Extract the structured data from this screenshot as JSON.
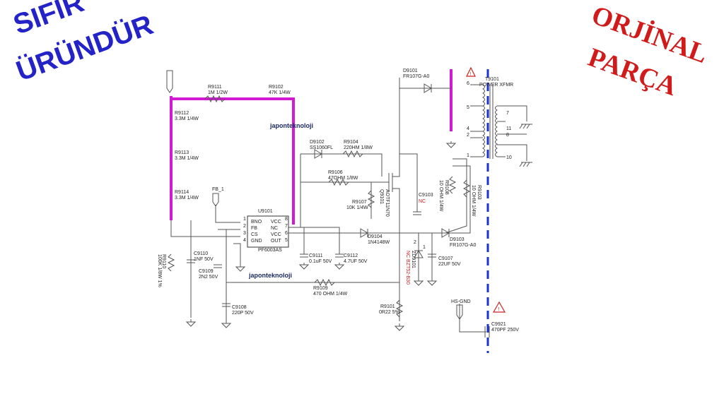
{
  "stamps": {
    "left_line1": "SIFIR",
    "left_line2": "ÜRÜNDÜR",
    "right_line1": "ORJİNAL",
    "right_line2": "PARÇA"
  },
  "watermark": "japonteknoloji",
  "colors": {
    "stamp_blue": "#2323c8",
    "stamp_red": "#d11a1a",
    "trace_magenta": "#d31ad3",
    "isolation_blue": "#1a33cc"
  },
  "components": {
    "r9111": {
      "ref": "R9111",
      "value": "1M 1/2W"
    },
    "r9102": {
      "ref": "R9102",
      "value": "47K 1/4W"
    },
    "r9112": {
      "ref": "R9112",
      "value": "3.3M 1/4W"
    },
    "r9113": {
      "ref": "R9113",
      "value": "3.3M 1/4W"
    },
    "r9114": {
      "ref": "R9114",
      "value": "3.3M 1/4W"
    },
    "fb1": {
      "ref": "FB_1"
    },
    "d9102": {
      "ref": "D9102",
      "value": "SS1060FL"
    },
    "r9104": {
      "ref": "R9104",
      "value": "220HM 1/8W"
    },
    "r9106": {
      "ref": "R9106",
      "value": "47OHM 1/8W"
    },
    "r9107": {
      "ref": "R9107",
      "value": "10K 1/4W"
    },
    "q9101": {
      "ref": "Q9101",
      "value": "AOTF11N70"
    },
    "c9103": {
      "ref": "C9103",
      "value": "NC"
    },
    "d9101": {
      "ref": "D9101",
      "value": "FR107G-A0"
    },
    "t9101": {
      "ref": "T9101",
      "value": "POWER XFMR"
    },
    "r9108": {
      "ref": "R9108",
      "value": "10 OHM 1/4W"
    },
    "r9103": {
      "ref": "R9103",
      "value": "10 OHM 1/4W"
    },
    "u9101": {
      "ref": "U9101",
      "part": "PF6003AS",
      "pins_left": [
        {
          "n": "1",
          "name": "BNO"
        },
        {
          "n": "2",
          "name": "FB"
        },
        {
          "n": "3",
          "name": "CS"
        },
        {
          "n": "4",
          "name": "GND"
        }
      ],
      "pins_right": [
        {
          "n": "8",
          "name": "VCC"
        },
        {
          "n": "7",
          "name": "NC"
        },
        {
          "n": "6",
          "name": "VCC"
        },
        {
          "n": "5",
          "name": "OUT"
        }
      ]
    },
    "c9110": {
      "ref": "C9110",
      "value": "1NF 50V"
    },
    "c9109": {
      "ref": "C9109",
      "value": "2N2 50V"
    },
    "r9110": {
      "ref": "R9110",
      "value": "100K 1/8W 1%"
    },
    "c9111": {
      "ref": "C9111",
      "value": "0.1uF 50V"
    },
    "c9112": {
      "ref": "C9112",
      "value": "4.7UF 50V"
    },
    "d9104": {
      "ref": "D9104",
      "value": "1N4148W"
    },
    "d9103": {
      "ref": "D9103",
      "value": "FR107G-A0"
    },
    "zd9101": {
      "ref": "ZD9101",
      "value": "NC BZT52-B30"
    },
    "c9107": {
      "ref": "C9107",
      "value": "22UF 50V"
    },
    "r9109": {
      "ref": "R9109",
      "value": "470 OHM 1/4W"
    },
    "r9101": {
      "ref": "R9101",
      "value": "0R22 5%"
    },
    "c9108": {
      "ref": "C9108",
      "value": "220P 50V"
    },
    "hs_gnd": {
      "ref": "HS-GND"
    },
    "c9921": {
      "ref": "C9921",
      "value": "470PF 250V"
    }
  },
  "transformer_pins": [
    "6",
    "5",
    "4",
    "2",
    "1",
    "7",
    "11",
    "8",
    "10"
  ],
  "pin_misc": [
    "2",
    "1"
  ]
}
